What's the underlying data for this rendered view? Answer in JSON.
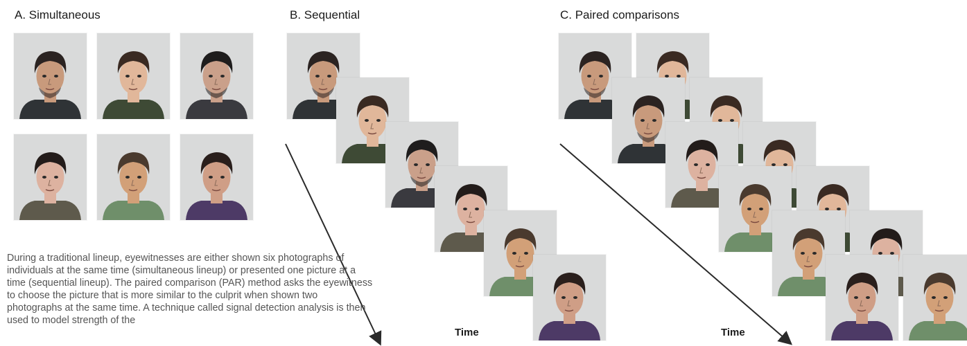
{
  "panels": {
    "a_title": "A. Simultaneous",
    "b_title": "B. Sequential",
    "c_title": "C. Paired comparisons"
  },
  "time_label": "Time",
  "caption": "During a traditional lineup, eyewitnesses are either shown six photographs of individuals at the same time (simultaneous lineup) or presented one picture at a time (sequential lineup). The paired comparison (PAR) method asks the eyewitness to choose the picture that is more similar to the culprit when shown two photographs at the same time. A technique called signal detection analysis is then used to model strength of the",
  "faces": [
    {
      "id": "f1",
      "hair": "#2b2321",
      "skin": "#c89a7c",
      "shirt": "#2f3336",
      "beard": true
    },
    {
      "id": "f2",
      "hair": "#3a2a22",
      "skin": "#e1b79a",
      "shirt": "#3e4a35",
      "beard": false
    },
    {
      "id": "f3",
      "hair": "#1f1d1d",
      "skin": "#caa08a",
      "shirt": "#3a3a3f",
      "beard": true
    },
    {
      "id": "f4",
      "hair": "#231c1a",
      "skin": "#ddb2a0",
      "shirt": "#5e5a4c",
      "beard": false
    },
    {
      "id": "f5",
      "hair": "#4a3a2e",
      "skin": "#d2a078",
      "shirt": "#6f8f6a",
      "beard": false
    },
    {
      "id": "f6",
      "hair": "#2a1f1c",
      "skin": "#cf9e86",
      "shirt": "#4d3a66",
      "beard": false
    }
  ],
  "colors": {
    "background": "#d9dada",
    "line": "#2a2a2a"
  }
}
